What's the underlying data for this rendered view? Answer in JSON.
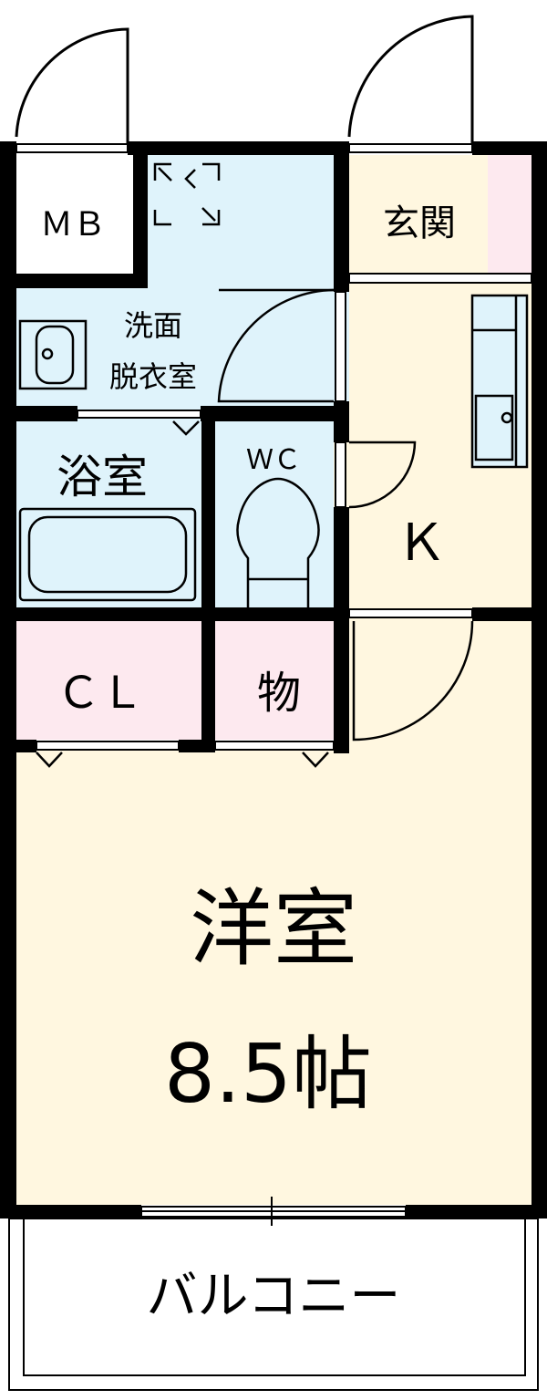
{
  "colors": {
    "wall": "#000000",
    "wet": "#dff3fb",
    "floor": "#fff7e0",
    "storage": "#fde9ef",
    "mb": "#ffffff",
    "line": "#000000"
  },
  "rooms": {
    "mb": "ＭＢ",
    "genkan": "玄関",
    "senmen_line1": "洗面",
    "senmen_line2": "脱衣室",
    "yokushitsu": "浴室",
    "wc": "ＷＣ",
    "kitchen": "Ｋ",
    "cl": "ＣＬ",
    "mono": "物",
    "youshitsu": "洋室",
    "youshitsu_size": "8.5帖",
    "balcony": "バルコニー"
  },
  "icons": {
    "washer": "washing-machine-space-icon",
    "basin": "wash-basin-icon",
    "bathtub": "bathtub-icon",
    "toilet": "toilet-icon",
    "sink": "kitchen-sink-icon"
  }
}
